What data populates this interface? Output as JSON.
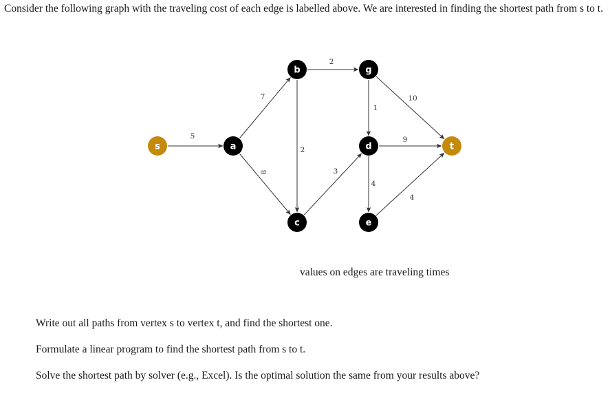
{
  "intro": "Consider the following graph with the traveling cost of each edge is labelled above. We are interested in finding the shortest path from s to t.",
  "caption": "values on edges are traveling times",
  "questions": [
    "Write out all paths from vertex s to vertex t, and find the shortest one.",
    "Formulate a linear program to find the shortest path from s to t.",
    "Solve the shortest path by solver (e.g., Excel). Is the optimal solution the same from your results above?"
  ],
  "colors": {
    "terminal_node": "#c48a0c",
    "inner_node": "#000000",
    "edge": "#333333"
  },
  "nodes": [
    {
      "id": "s",
      "label": "s",
      "kind": "terminal"
    },
    {
      "id": "a",
      "label": "a",
      "kind": "inner"
    },
    {
      "id": "b",
      "label": "b",
      "kind": "inner"
    },
    {
      "id": "c",
      "label": "c",
      "kind": "inner"
    },
    {
      "id": "g",
      "label": "g",
      "kind": "inner"
    },
    {
      "id": "d",
      "label": "d",
      "kind": "inner"
    },
    {
      "id": "e",
      "label": "e",
      "kind": "inner"
    },
    {
      "id": "t",
      "label": "t",
      "kind": "terminal"
    }
  ],
  "edges": [
    {
      "from": "s",
      "to": "a",
      "weight": "5"
    },
    {
      "from": "a",
      "to": "b",
      "weight": "7"
    },
    {
      "from": "a",
      "to": "c",
      "weight": "8"
    },
    {
      "from": "b",
      "to": "g",
      "weight": "2"
    },
    {
      "from": "b",
      "to": "c",
      "weight": "2"
    },
    {
      "from": "g",
      "to": "d",
      "weight": "1"
    },
    {
      "from": "g",
      "to": "t",
      "weight": "10"
    },
    {
      "from": "c",
      "to": "d",
      "weight": "3"
    },
    {
      "from": "d",
      "to": "t",
      "weight": "9"
    },
    {
      "from": "d",
      "to": "e",
      "weight": "4"
    },
    {
      "from": "e",
      "to": "t",
      "weight": "4"
    }
  ]
}
